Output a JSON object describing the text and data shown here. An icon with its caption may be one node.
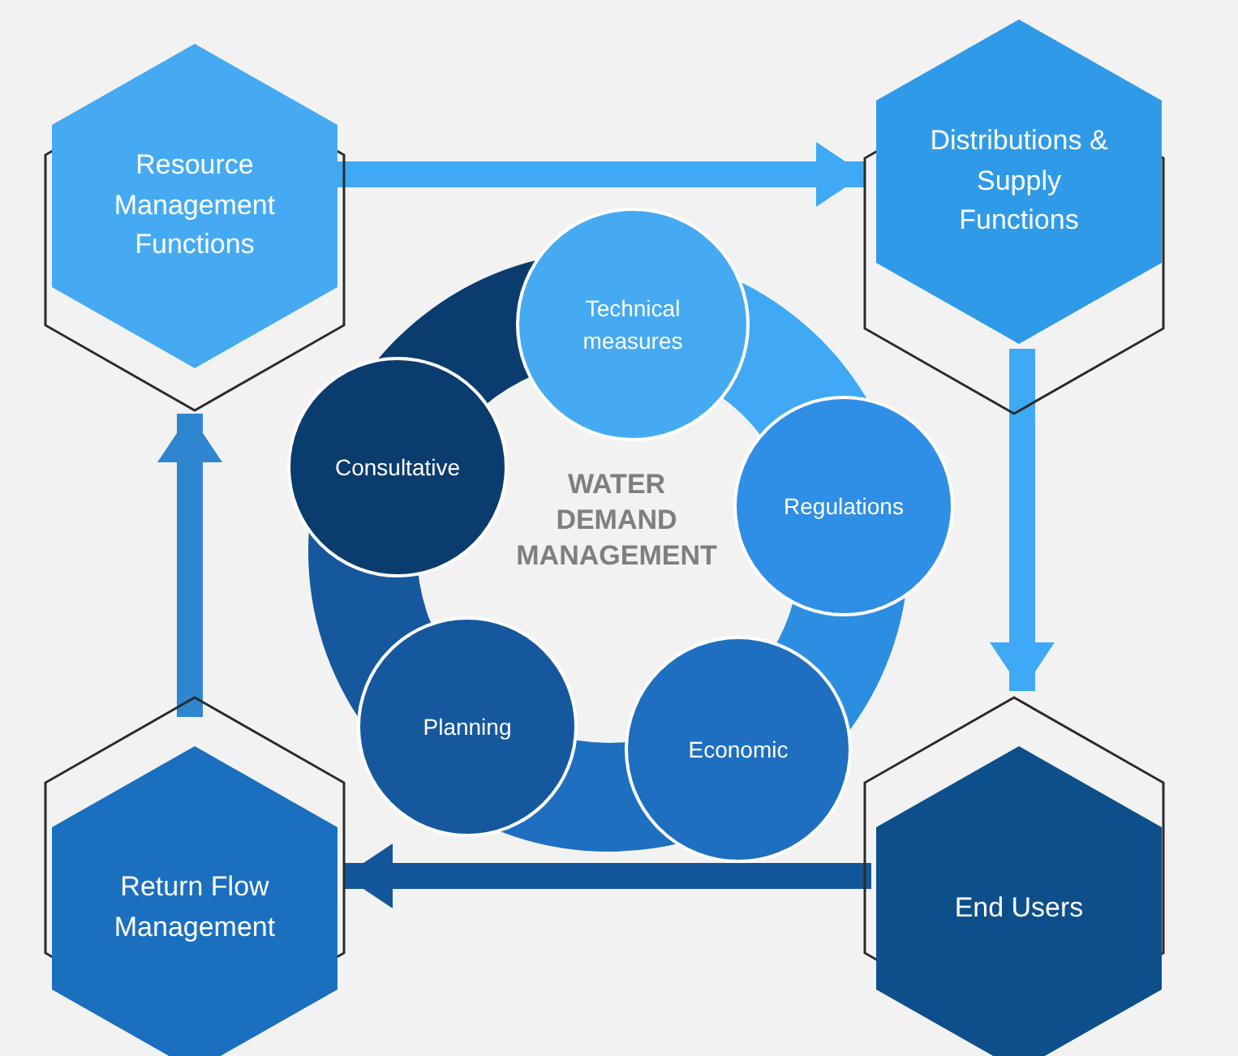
{
  "diagram": {
    "nodes": [
      {
        "text": [
          "Resource Management Functions"
        ]
      },
      {
        "text": [
          "Distributions & Supply Functions"
        ]
      },
      {
        "text": [
          "End Users"
        ]
      },
      {
        "text": [
          "Return Flow Management"
        ]
      },
      {
        "text": [
          "Technical measures"
        ]
      },
      {
        "text": [
          "Regulations"
        ]
      },
      {
        "text": [
          "Economic"
        ]
      },
      {
        "text": [
          "Planning"
        ]
      },
      {
        "text": [
          "Consultative"
        ]
      }
    ],
    "edges": [
      {
        "from": 0,
        "to": 1,
        "arrow": "to"
      },
      {
        "from": 1,
        "to": 2,
        "arrow": "to"
      },
      {
        "from": 2,
        "to": 3,
        "arrow": "to",
        "color": "#14569a"
      },
      {
        "from": 3,
        "to": 0,
        "arrow": "to",
        "color": "#2f86d0"
      }
    ],
    "labels": [
      "WATER DEMAND MANAGEMENT"
    ]
  }
}
